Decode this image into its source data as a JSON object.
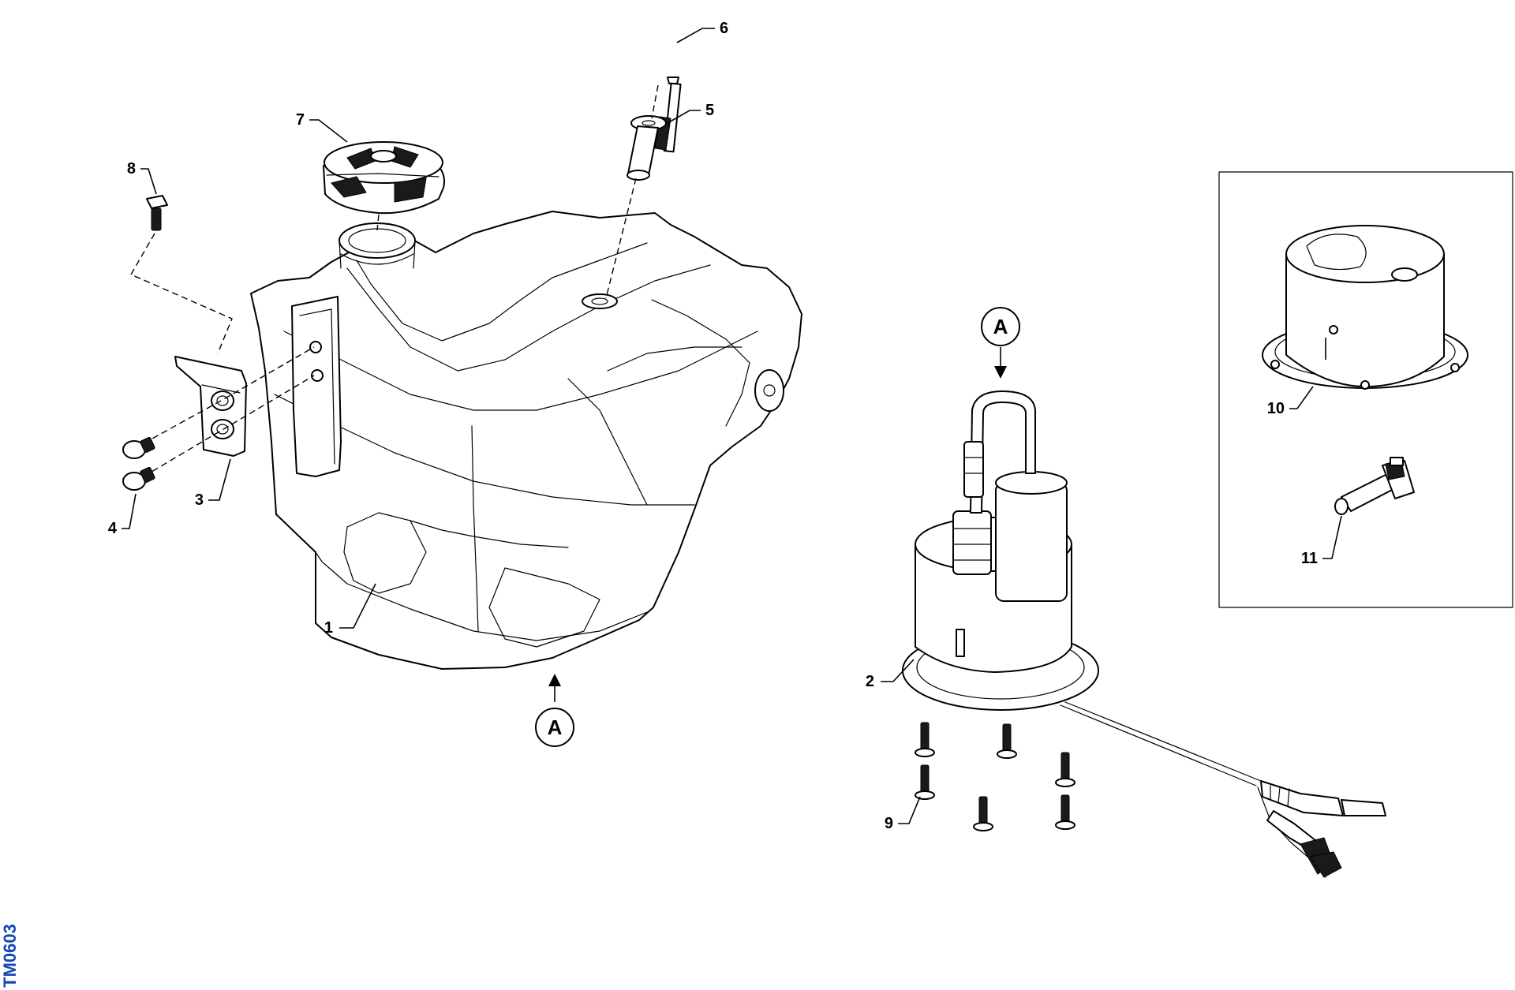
{
  "diagram": {
    "drawing_code": "TM0603",
    "view_marker": "A",
    "callouts": [
      "1",
      "2",
      "3",
      "4",
      "5",
      "6",
      "7",
      "8",
      "9",
      "10",
      "11"
    ],
    "colors": {
      "line": "#000000",
      "code_label": "#1646b4",
      "background": "#ffffff"
    }
  }
}
